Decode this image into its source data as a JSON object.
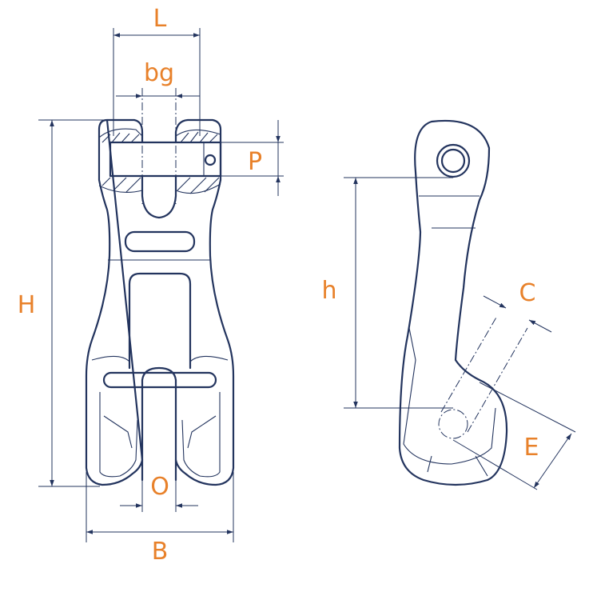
{
  "title": "Clevis grab hook dimension diagram",
  "colors": {
    "outline": "#23345e",
    "label": "#e8812a"
  },
  "labels": {
    "L": "L",
    "bg": "bg",
    "P": "P",
    "H": "H",
    "O": "O",
    "B": "B",
    "h": "h",
    "C": "C",
    "E": "E"
  }
}
